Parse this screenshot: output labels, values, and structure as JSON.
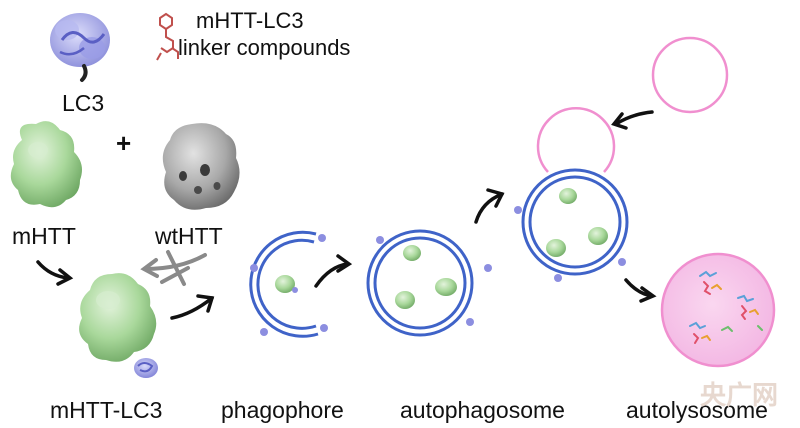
{
  "legend": {
    "compound_line1": "mHTT-LC3",
    "compound_line2": "linker compounds"
  },
  "labels": {
    "lc3": "LC3",
    "plus": "+",
    "mhtt": "mHTT",
    "wthtt": "wtHTT",
    "mhtt_lc3": "mHTT-LC3",
    "phagophore": "phagophore",
    "autophagosome": "autophagosome",
    "autolysosome": "autolysosome"
  },
  "watermark": "央广网",
  "colors": {
    "membrane": "#3f63c8",
    "protein_green": "#9ccf8f",
    "protein_grey": "#9a9a9a",
    "lc3_purple": "#8c8ee0",
    "lysosome_pink": "#f08fcf",
    "lysosome_fill": "#f7c4ea",
    "linker_red": "#c0504d",
    "arrow": "#111111",
    "blocked_arrow": "#8a8a8a"
  }
}
